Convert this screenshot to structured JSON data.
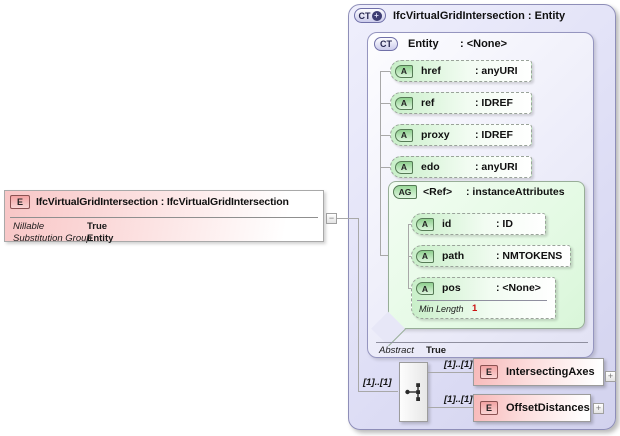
{
  "element": {
    "badge": "E",
    "title": "IfcVirtualGridIntersection : IfcVirtualGridIntersection",
    "collapse_glyph": "−",
    "properties": [
      {
        "label": "Nillable",
        "value": "True"
      },
      {
        "label": "Substitution Group",
        "value": "Entity"
      }
    ]
  },
  "complex_type": {
    "badge": "CT",
    "expand_glyph": "+",
    "title": "IfcVirtualGridIntersection : Entity",
    "base_type": {
      "badge": "CT",
      "name": "Entity",
      "type": ": <None>",
      "attributes": [
        {
          "badge": "A",
          "name": "href",
          "type": ": anyURI"
        },
        {
          "badge": "A",
          "name": "ref",
          "type": ": IDREF"
        },
        {
          "badge": "A",
          "name": "proxy",
          "type": ": IDREF"
        },
        {
          "badge": "A",
          "name": "edo",
          "type": ": anyURI"
        }
      ],
      "attribute_group": {
        "badge": "AG",
        "name": "<Ref>",
        "type": ": instanceAttributes",
        "attributes": [
          {
            "badge": "A",
            "name": "id",
            "type": ": ID"
          },
          {
            "badge": "A",
            "name": "path",
            "type": ": NMTOKENS"
          },
          {
            "badge": "A",
            "name": "pos",
            "type": ": <None>",
            "facet": {
              "label": "Min Length",
              "value": "1"
            }
          }
        ]
      },
      "footer": {
        "label": "Abstract",
        "value": "True"
      }
    },
    "sequence": {
      "cardinality": "[1]..[1]",
      "children": [
        {
          "cardinality": "[1]..[1]",
          "badge": "E",
          "name": "IntersectingAxes",
          "expand_glyph": "+"
        },
        {
          "cardinality": "[1]..[1]",
          "badge": "E",
          "name": "OffsetDistances",
          "expand_glyph": "+"
        }
      ]
    }
  },
  "colors": {
    "element_pink": "#f7b9b9",
    "attribute_green": "#c9efc9",
    "group_green": "#e2f9e2",
    "complex_lavender": "#dfdff6",
    "facet_red": "#cc1111",
    "connector_gray": "#a8a8a8"
  }
}
